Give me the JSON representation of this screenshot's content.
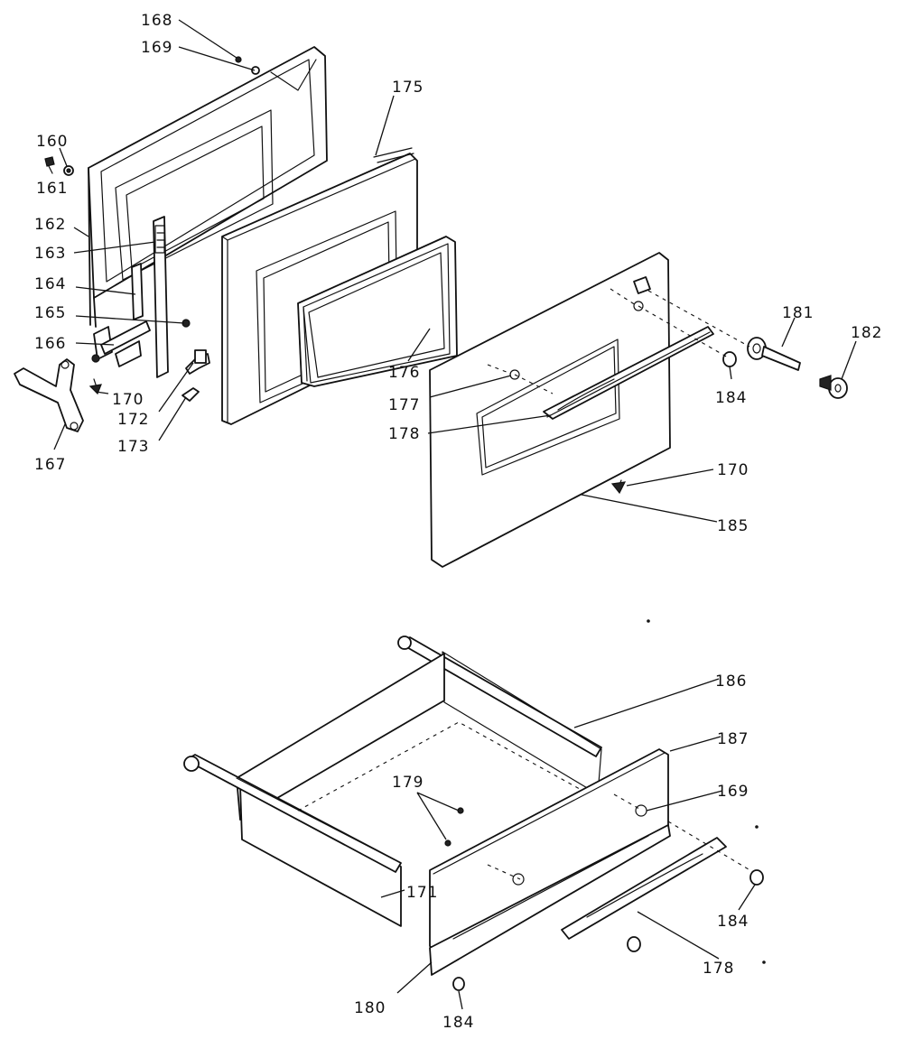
{
  "labels": {
    "l168": "168",
    "l169a": "169",
    "l175": "175",
    "l160": "160",
    "l161": "161",
    "l162": "162",
    "l163": "163",
    "l164": "164",
    "l165": "165",
    "l166": "166",
    "l170a": "170",
    "l172": "172",
    "l173": "173",
    "l167": "167",
    "l176": "176",
    "l177": "177",
    "l178a": "178",
    "l181": "181",
    "l182": "182",
    "l184a": "184",
    "l170b": "170",
    "l185": "185",
    "l186": "186",
    "l187": "187",
    "l169b": "169",
    "l179": "179",
    "l171": "171",
    "l184b": "184",
    "l178b": "178",
    "l180": "180",
    "l184c": "184"
  }
}
